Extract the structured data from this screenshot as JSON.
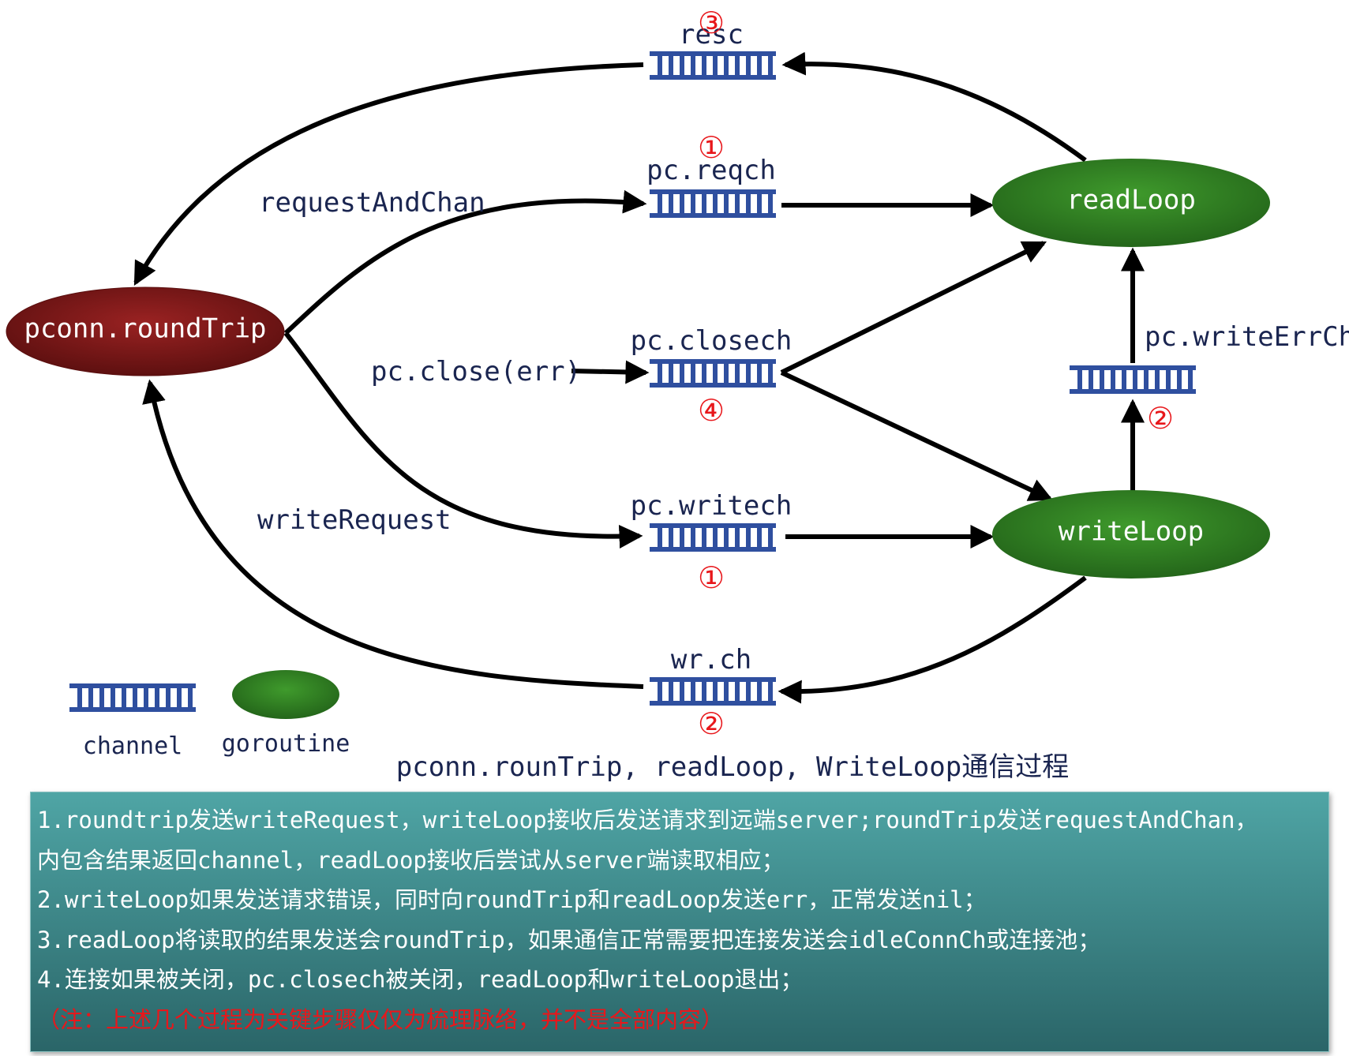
{
  "nodes": {
    "roundtrip": "pconn.roundTrip",
    "readloop": "readLoop",
    "writeloop": "writeLoop"
  },
  "channels": {
    "resc": "resc",
    "reqch": "pc.reqch",
    "closech": "pc.closech",
    "writech": "pc.writech",
    "wrch": "wr.ch",
    "writeerrch": "pc.writeErrCh"
  },
  "edge_labels": {
    "request_and_chan": "requestAndChan",
    "write_request": "writeRequest",
    "pc_close": "pc.close(err)"
  },
  "step_markers": {
    "resc": "③",
    "reqch": "①",
    "closech": "④",
    "writech": "①",
    "wrch": "②",
    "writeerrch": "②"
  },
  "legend": {
    "channel": "channel",
    "goroutine": "goroutine"
  },
  "caption": "pconn.rounTrip, readLoop, WriteLoop通信过程",
  "notes": [
    "1.roundtrip发送writeRequest，writeLoop接收后发送请求到远端server;roundTrip发送requestAndChan，",
    "内包含结果返回channel，readLoop接收后尝试从server端读取相应；",
    "2.writeLoop如果发送请求错误，同时向roundTrip和readLoop发送err，正常发送nil；",
    "3.readLoop将读取的结果发送会roundTrip，如果通信正常需要把连接发送会idleConnCh或连接池；",
    "4.连接如果被关闭，pc.closech被关闭，readLoop和writeLoop退出；",
    "（注：上述几个过程为关键步骤仅仅为梳理脉络，并不是全部内容）"
  ],
  "colors": {
    "roundtrip_fill": "#7a1a1a",
    "goroutine_fill": "#2e7d1e",
    "channel_stroke": "#2f4f9f",
    "marker": "#e8171b",
    "label": "#1a2550"
  }
}
